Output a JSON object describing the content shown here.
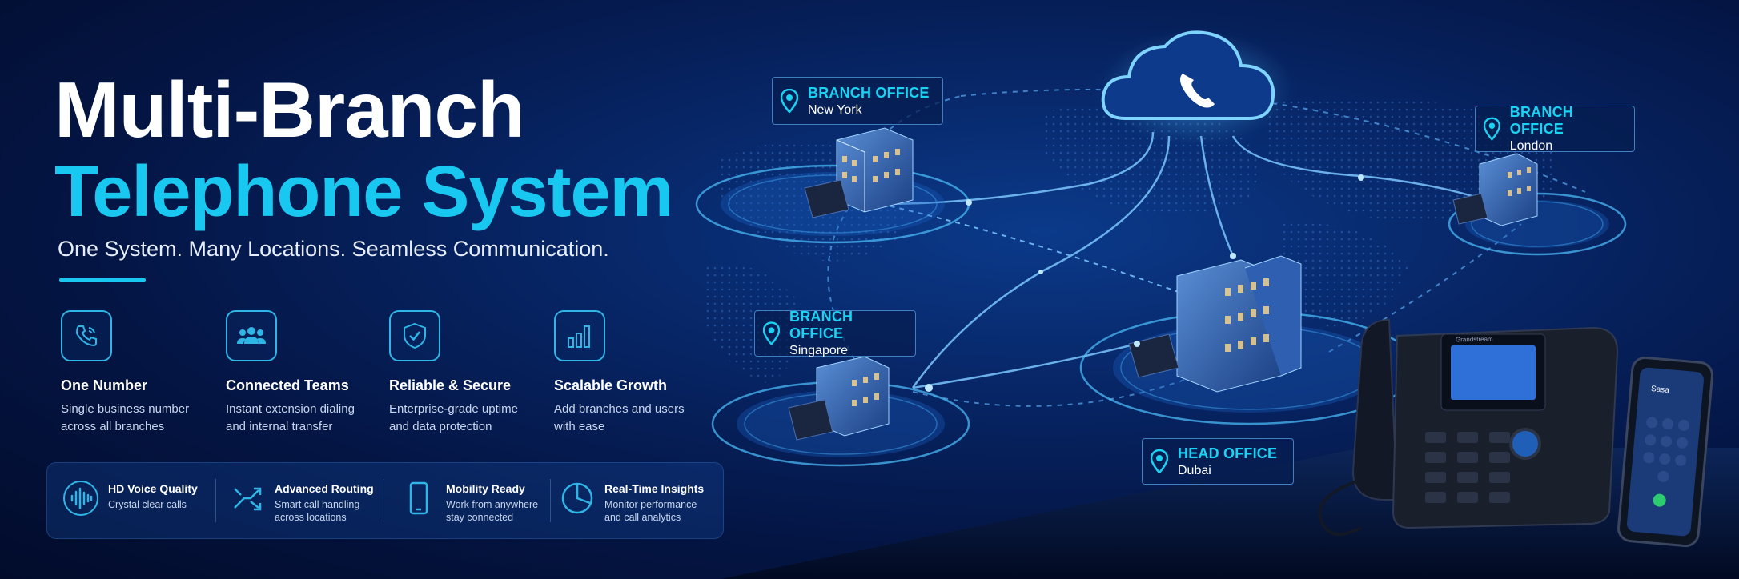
{
  "hero": {
    "title_line1": "Multi-Branch",
    "title_line2": "Telephone System",
    "tagline": "One System. Many Locations. Seamless Communication."
  },
  "features": [
    {
      "icon": "phone-call-icon",
      "title": "One Number",
      "desc_line1": "Single business number",
      "desc_line2": "across all branches"
    },
    {
      "icon": "team-icon",
      "title": "Connected Teams",
      "desc_line1": "Instant extension dialing",
      "desc_line2": "and internal transfer"
    },
    {
      "icon": "shield-check-icon",
      "title": "Reliable & Secure",
      "desc_line1": "Enterprise-grade uptime",
      "desc_line2": "and data protection"
    },
    {
      "icon": "bar-chart-icon",
      "title": "Scalable Growth",
      "desc_line1": "Add branches and users",
      "desc_line2": "with ease"
    }
  ],
  "bottom_bar": [
    {
      "icon": "sound-wave-icon",
      "title": "HD Voice Quality",
      "desc_line1": "Crystal clear calls",
      "desc_line2": ""
    },
    {
      "icon": "routing-arrows-icon",
      "title": "Advanced Routing",
      "desc_line1": "Smart call handling",
      "desc_line2": "across locations"
    },
    {
      "icon": "mobile-phone-icon",
      "title": "Mobility Ready",
      "desc_line1": "Work from anywhere",
      "desc_line2": "stay connected"
    },
    {
      "icon": "pie-chart-icon",
      "title": "Real-Time Insights",
      "desc_line1": "Monitor performance",
      "desc_line2": "and call analytics"
    }
  ],
  "locations": {
    "new_york": {
      "title": "BRANCH OFFICE",
      "city": "New York"
    },
    "london": {
      "title": "BRANCH OFFICE",
      "city": "London"
    },
    "singapore": {
      "title": "BRANCH OFFICE",
      "city": "Singapore"
    },
    "dubai": {
      "title": "HEAD OFFICE",
      "city": "Dubai"
    }
  },
  "devices": {
    "desk_phone_brand": "Grandstream",
    "mobile_screen_label": "Sasa"
  },
  "colors": {
    "accent": "#19c8f0",
    "background_dark": "#041544",
    "glow": "#3fa9ff"
  }
}
